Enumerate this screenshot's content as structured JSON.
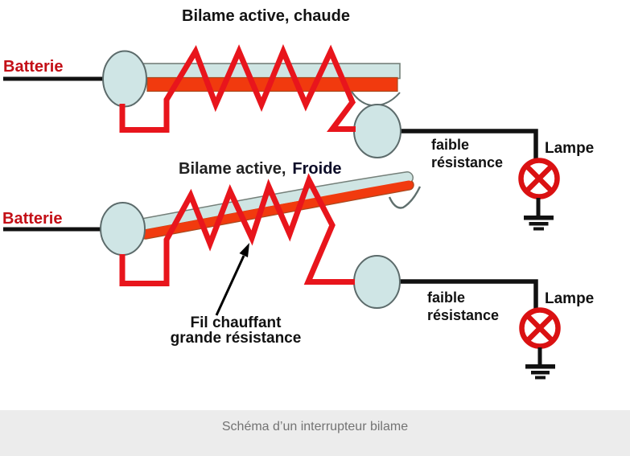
{
  "colors": {
    "wire_red": "#e8151c",
    "strip_red": "#f13a0e",
    "strip_blue": "#cfe5e3",
    "contact_fill": "#cfe5e5",
    "contact_stroke": "#5c6b6b",
    "lamp_red": "#da1112",
    "wire_black": "#111111",
    "battery_label": "#c30f16",
    "caption_bg": "#ececec",
    "caption_text": "#737373"
  },
  "top_diagram": {
    "title": "Bilame active, chaude",
    "battery_label": "Batterie",
    "low_resistance_line1": "faible",
    "low_resistance_line2": "résistance",
    "lamp_label": "Lampe"
  },
  "bottom_diagram": {
    "title_prefix": "Bilame active,",
    "title_state": "Froide",
    "battery_label": "Batterie",
    "low_resistance_line1": "faible",
    "low_resistance_line2": "résistance",
    "lamp_label": "Lampe",
    "heater_line1": "Fil chauffant",
    "heater_line2": "grande résistance"
  },
  "caption": "Schéma d’un interrupteur bilame"
}
